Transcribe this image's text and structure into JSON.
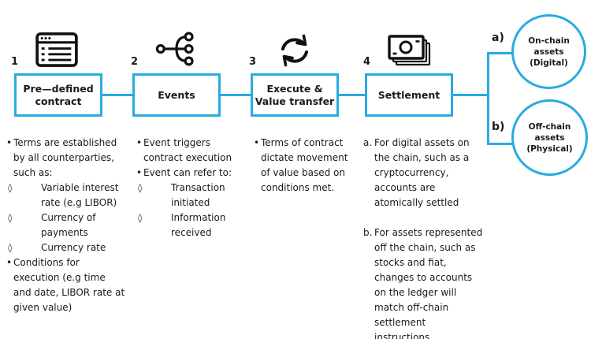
{
  "colors": {
    "accent": "#29ABE2",
    "ink": "#1a1a1a"
  },
  "diagram": {
    "steps": [
      {
        "number": "1",
        "icon": "contract-window-icon",
        "title": "Pre—defined contract",
        "notes": [
          {
            "marker": "•",
            "text": "Terms are established by all counterparties, such as:"
          },
          {
            "marker": "◊",
            "text": "Variable interest rate (e.g LIBOR)"
          },
          {
            "marker": "◊",
            "text": "Currency of payments"
          },
          {
            "marker": "◊",
            "text": "Currency rate"
          },
          {
            "marker": "•",
            "text": "Conditions for execution (e.g time and date, LIBOR rate at given value)"
          }
        ]
      },
      {
        "number": "2",
        "icon": "event-fork-icon",
        "title": "Events",
        "notes": [
          {
            "marker": "•",
            "text": "Event triggers contract execution"
          },
          {
            "marker": "•",
            "text": "Event can refer to:"
          },
          {
            "marker": "◊",
            "text": "Transaction initiated"
          },
          {
            "marker": "◊",
            "text": "Information received"
          }
        ]
      },
      {
        "number": "3",
        "icon": "cycle-arrows-icon",
        "title": "Execute & Value transfer",
        "notes": [
          {
            "marker": "•",
            "text": "Terms of contract dictate movement of value based on conditions met."
          }
        ]
      },
      {
        "number": "4",
        "icon": "banknotes-icon",
        "title": "Settlement",
        "notes": [
          {
            "marker": "a.",
            "text": "For digital assets on the chain, such as a cryptocurrency, accounts are atomically settled"
          },
          {
            "marker": "b.",
            "text": "For assets represented off the chain, such as stocks and fiat, changes to accounts on the ledger will match off-chain settlement instructions"
          }
        ]
      }
    ],
    "outcomes": [
      {
        "label": "a)",
        "title": "On-chain assets",
        "subtitle": "(Digital)"
      },
      {
        "label": "b)",
        "title": "Off-chain assets",
        "subtitle": "(Physical)"
      }
    ]
  }
}
